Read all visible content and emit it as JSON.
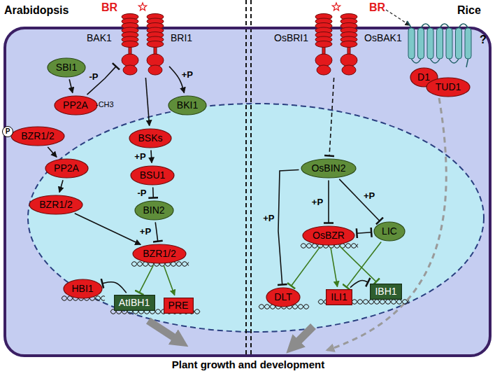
{
  "diagram": {
    "nodes": [
      {
        "text": [
          "Arabidopsis",
          "Rice"
        ]
      },
      {
        "text": [
          "BAK1",
          "BRI1"
        ]
      },
      {
        "text": [
          "OsBRI1",
          "OsBAK1"
        ]
      },
      {
        "text": [
          "?"
        ]
      },
      {
        "text": [
          "SBI1"
        ],
        "in": 0
      },
      {
        "text": [
          "PP2A"
        ],
        "in": 0
      },
      {
        "text": [
          "BZR1/2"
        ],
        "in": 0
      },
      {
        "text": [
          "PP2A"
        ],
        "in": 0
      },
      {
        "text": [
          "BZR1/2"
        ],
        "in": 0
      },
      {
        "text": [
          "BKI1"
        ],
        "in": 0
      },
      {
        "text": [
          "BSKs"
        ],
        "in": 0
      },
      {
        "text": [
          "BSU1"
        ],
        "in": 0
      },
      {
        "text": [
          "BIN2"
        ],
        "in": 0
      },
      {
        "text": [
          "BZR1/2"
        ],
        "in": 0
      },
      {
        "text": [
          "HBI1"
        ],
        "in": 0
      },
      {
        "text": [
          "AtIBH1"
        ],
        "in": 0
      },
      {
        "text": [
          "PRE"
        ],
        "in": 0
      },
      {
        "text": [
          "OsBIN2"
        ],
        "in": 0
      },
      {
        "text": [
          "OsBZR"
        ],
        "in": 0
      },
      {
        "text": [
          "LIC"
        ],
        "in": 0
      },
      {
        "text": [
          "DLT"
        ],
        "in": 0
      },
      {
        "text": [
          "ILI1"
        ],
        "in": 0
      },
      {
        "text": [
          "IBH1"
        ],
        "in": 0
      },
      {
        "text": [
          "D1"
        ],
        "in": 0
      },
      {
        "text": [
          "TUD1"
        ],
        "in": 0
      }
    ],
    "edges": [
      {
        "from": 4,
        "to": 5,
        "arrow": "to"
      },
      {
        "from": 5,
        "to": 1,
        "arrow": "to",
        "label": "-P"
      },
      {
        "from": 1,
        "to": 9,
        "arrow": "to",
        "label": "+P"
      },
      {
        "from": 1,
        "to": 10,
        "arrow": "to"
      },
      {
        "from": 10,
        "to": 11,
        "arrow": "to",
        "label": "+P"
      },
      {
        "from": 11,
        "to": 12,
        "arrow": "to",
        "label": "-P"
      },
      {
        "from": 12,
        "to": 13,
        "arrow": "to",
        "label": "+P"
      },
      {
        "from": 6,
        "to": 7,
        "arrow": "to"
      },
      {
        "from": 7,
        "to": 8,
        "arrow": "to"
      },
      {
        "from": 8,
        "to": 13,
        "arrow": "to"
      },
      {
        "from": 13,
        "to": 15,
        "arrow": "to"
      },
      {
        "from": 13,
        "to": 16,
        "arrow": "to"
      },
      {
        "from": 15,
        "to": 14,
        "arrow": "to"
      },
      {
        "from": 2,
        "to": 17,
        "arrow": "to"
      },
      {
        "from": 17,
        "to": 18,
        "arrow": "to",
        "label": "+P"
      },
      {
        "from": 17,
        "to": 19,
        "arrow": "to",
        "label": "+P"
      },
      {
        "from": 17,
        "to": 20,
        "arrow": "to",
        "label": "+P"
      },
      {
        "from": 18,
        "to": 19,
        "arrow": "both"
      },
      {
        "from": 18,
        "to": 20,
        "arrow": "to"
      },
      {
        "from": 18,
        "to": 21,
        "arrow": "to"
      },
      {
        "from": 19,
        "to": 21,
        "arrow": "to"
      },
      {
        "from": 18,
        "to": 22,
        "arrow": "to"
      },
      {
        "from": 21,
        "to": 22,
        "arrow": "to"
      }
    ],
    "labels": [
      "BR",
      "BR",
      "-CH3",
      "P",
      "Plant growth and development"
    ]
  }
}
